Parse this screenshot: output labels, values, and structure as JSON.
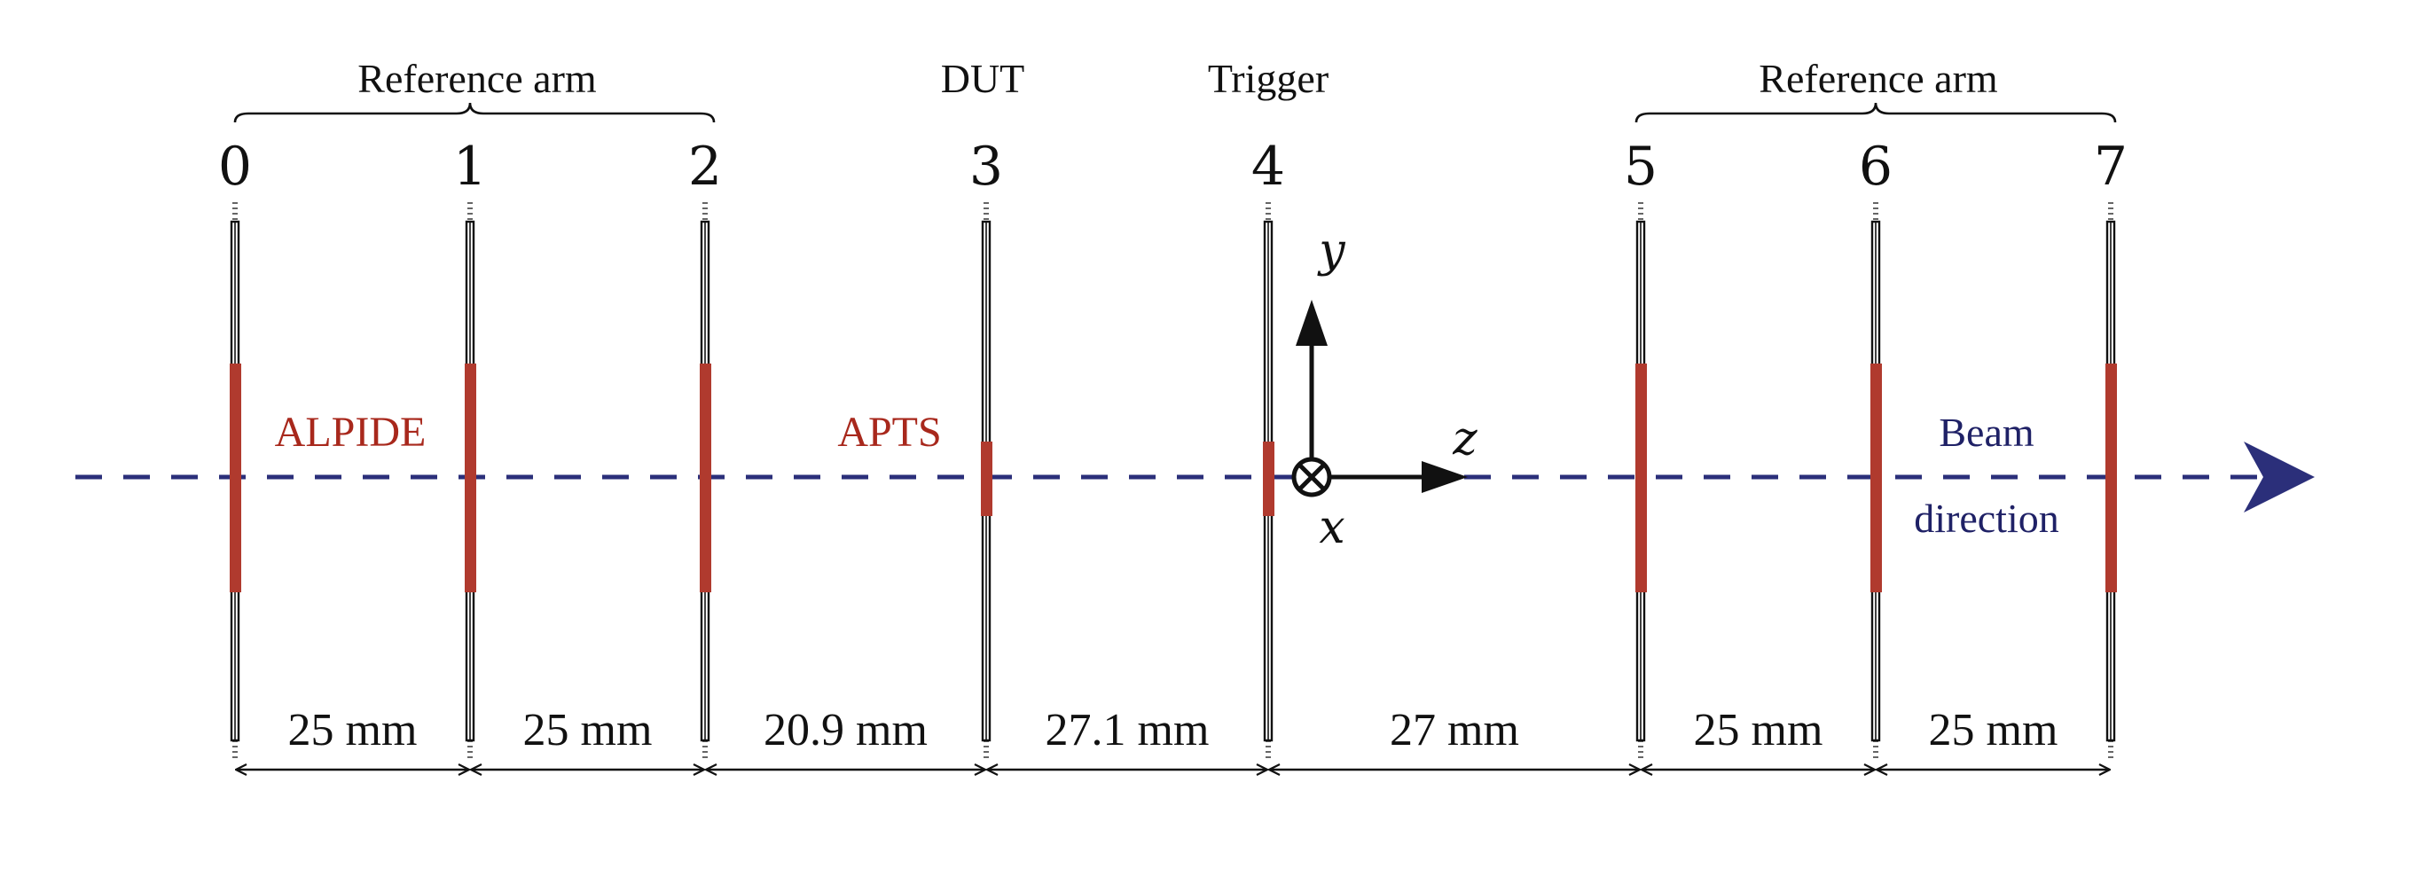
{
  "groups": {
    "left_reference": "Reference arm",
    "dut": "DUT",
    "trigger": "Trigger",
    "right_reference": "Reference arm"
  },
  "planes": [
    {
      "index": "0",
      "sensor": "ALPIDE"
    },
    {
      "index": "1",
      "sensor": "ALPIDE"
    },
    {
      "index": "2",
      "sensor": "ALPIDE"
    },
    {
      "index": "3",
      "sensor": "APTS"
    },
    {
      "index": "4",
      "sensor": "APTS"
    },
    {
      "index": "5",
      "sensor": "ALPIDE"
    },
    {
      "index": "6",
      "sensor": "ALPIDE"
    },
    {
      "index": "7",
      "sensor": "ALPIDE"
    }
  ],
  "sensor_labels": {
    "alpide": "ALPIDE",
    "apts": "APTS"
  },
  "distances": [
    "25 mm",
    "25 mm",
    "20.9 mm",
    "27.1 mm",
    "27 mm",
    "25 mm",
    "25 mm"
  ],
  "axes": {
    "y": "y",
    "z": "z",
    "x": "x"
  },
  "beam": {
    "line1": "Beam",
    "line2": "direction"
  },
  "colors": {
    "sensor": "#b03a2e",
    "beam": "#2b2f7a",
    "text_red": "#a8281c",
    "text_blue": "#1f2166",
    "ink": "#111111"
  }
}
